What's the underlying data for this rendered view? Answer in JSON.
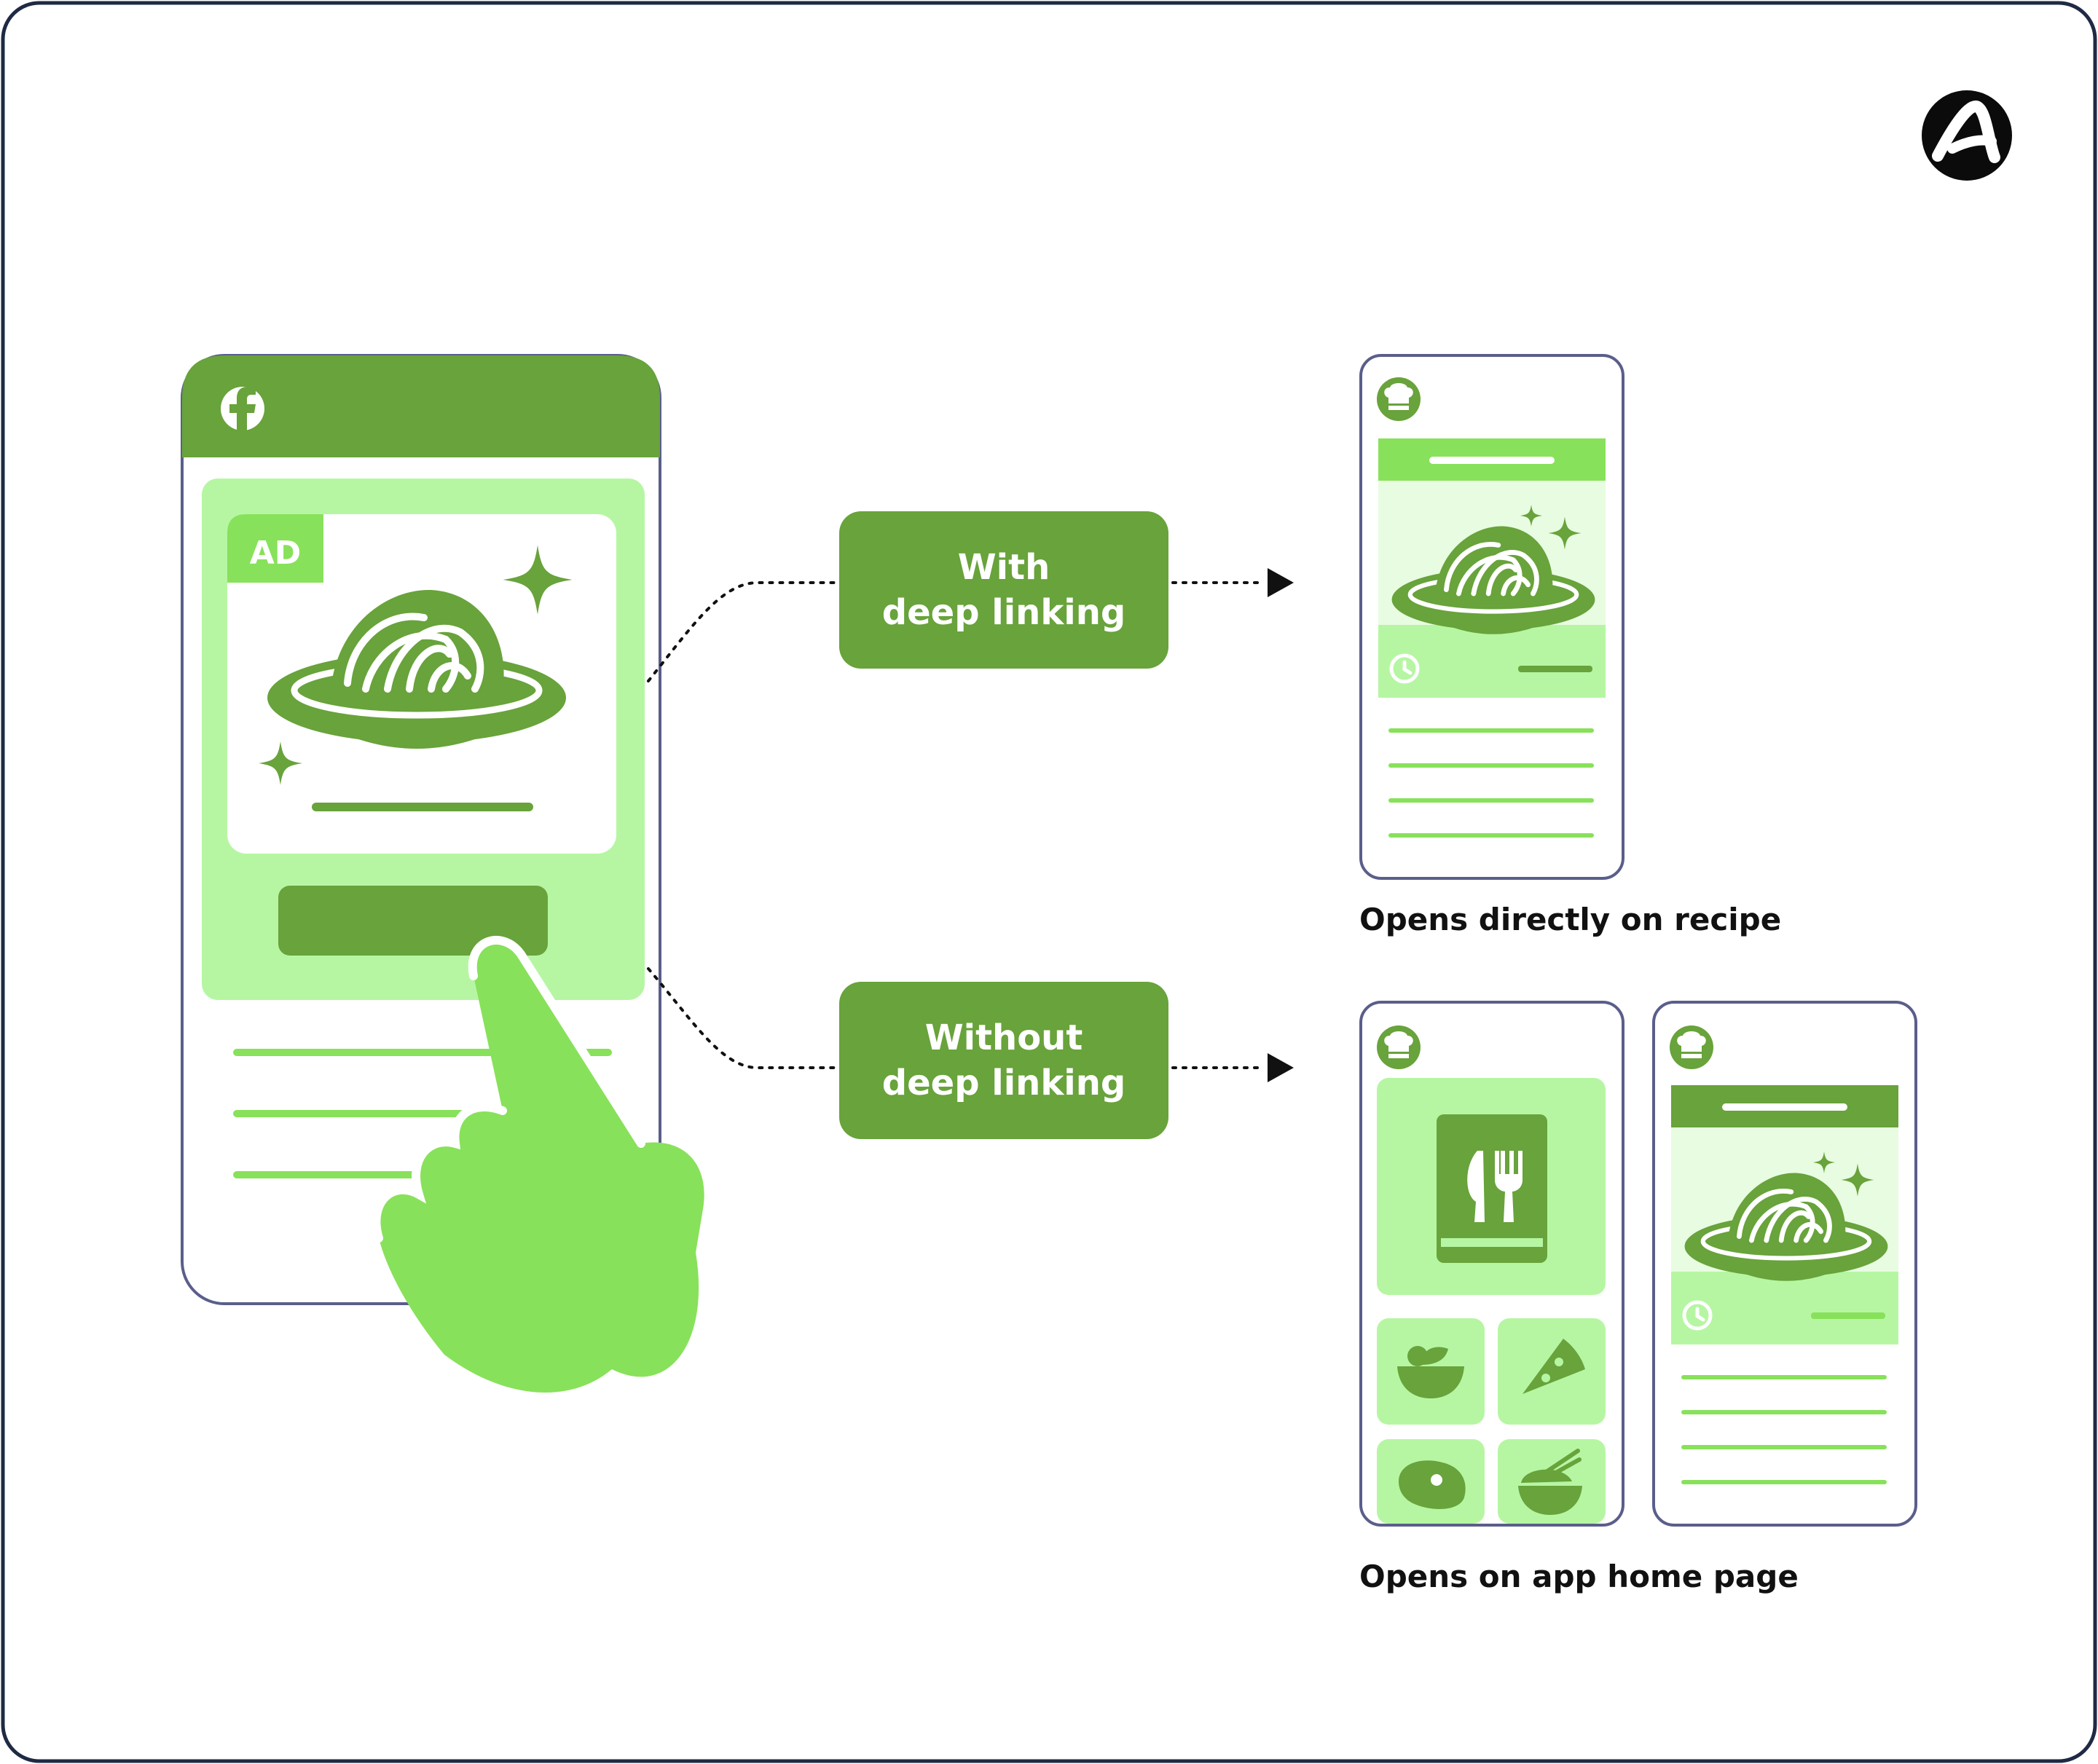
{
  "colors": {
    "dark_green": "#68A33B",
    "bright_green": "#88E15A",
    "light_green": "#B6F6A3",
    "outline": "#5A5E8A",
    "text": "#111111"
  },
  "phone_ad": {
    "ad_badge": "AD",
    "icon": "facebook-icon"
  },
  "with_box": {
    "line1": "With",
    "line2": "deep linking"
  },
  "without_box": {
    "line1": "Without",
    "line2": "deep linking"
  },
  "captions": {
    "with": "Opens directly on recipe",
    "without": "Opens on app home page"
  },
  "logo": {
    "icon": "adjust-logo-icon"
  }
}
